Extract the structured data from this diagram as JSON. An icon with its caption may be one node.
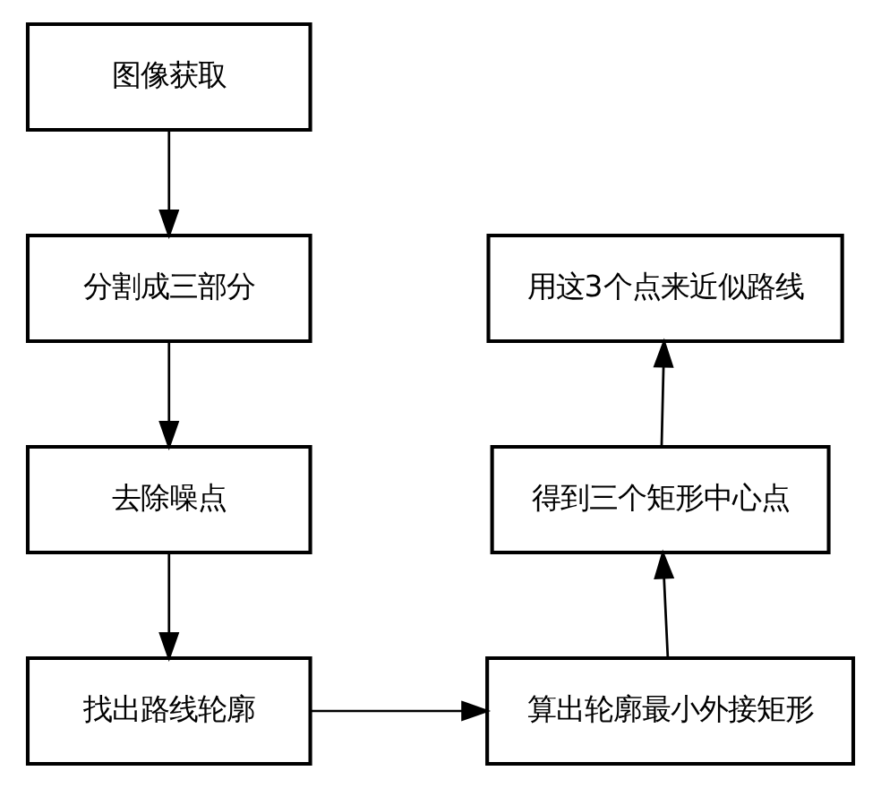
{
  "diagram": {
    "nodes": [
      {
        "text": [
          "图像获取"
        ]
      },
      {
        "text": [
          "分割成三部分"
        ]
      },
      {
        "text": [
          "去除噪点"
        ]
      },
      {
        "text": [
          "找出路线轮廓"
        ]
      },
      {
        "text": [
          "算出轮廓最小外接矩形"
        ]
      },
      {
        "text": [
          "得到三个矩形中心点"
        ]
      },
      {
        "text": [
          "用这3个点来近似路线"
        ]
      }
    ],
    "edges": [
      {
        "from": 0,
        "to": 1,
        "arrow": "to"
      },
      {
        "from": 1,
        "to": 2,
        "arrow": "to"
      },
      {
        "from": 2,
        "to": 3,
        "arrow": "to"
      },
      {
        "from": 3,
        "to": 4,
        "arrow": "to"
      },
      {
        "from": 4,
        "to": 5,
        "arrow": "to"
      },
      {
        "from": 5,
        "to": 6,
        "arrow": "to"
      }
    ]
  }
}
